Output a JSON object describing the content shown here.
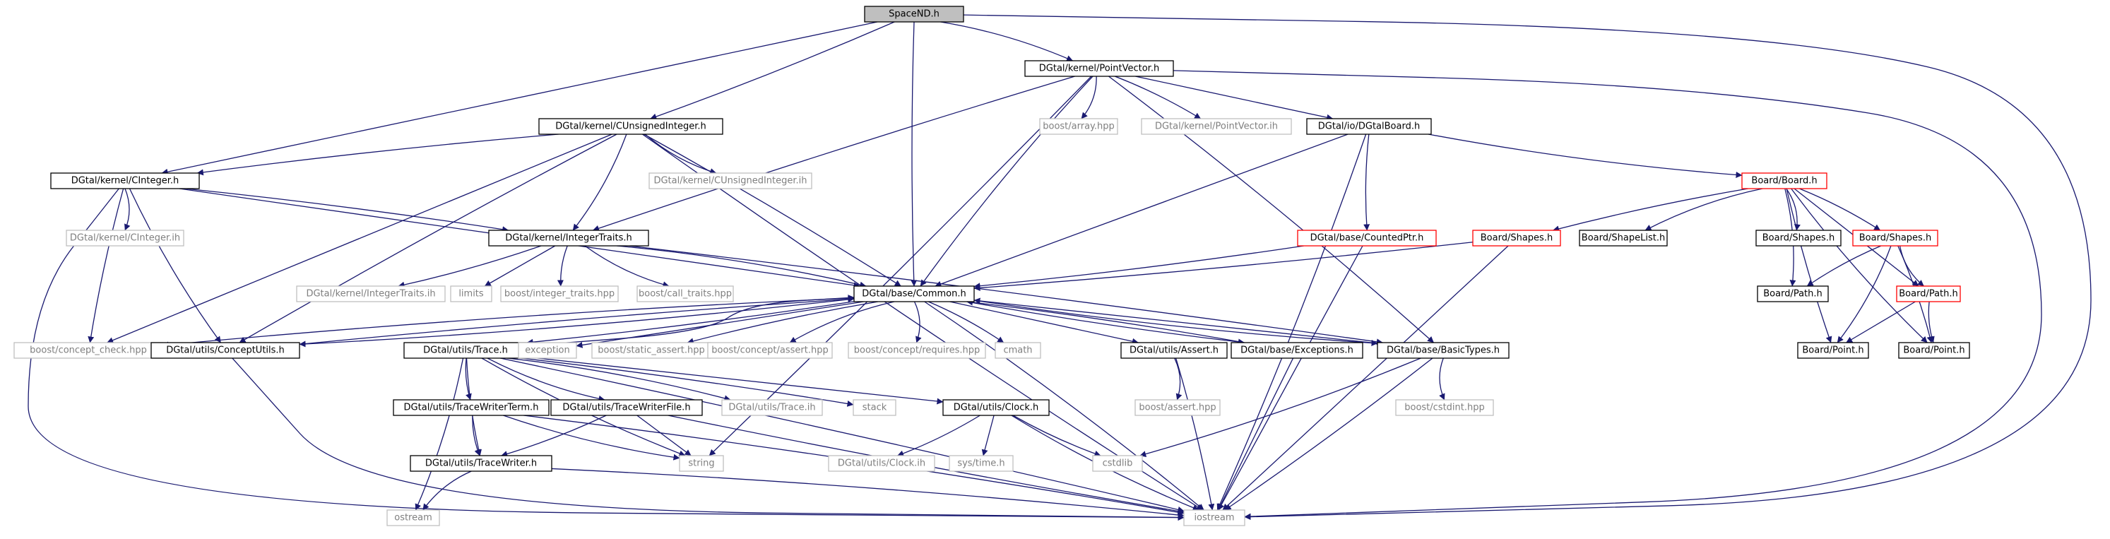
{
  "title": "",
  "colors": {
    "edge": "#191970",
    "root_fill": "#bfbfbf",
    "node_border_normal": "#000000",
    "node_border_truncated": "#ff0000",
    "node_border_external": "#bfbfbf",
    "text_normal": "#000000",
    "text_external": "#7f7f7f"
  },
  "nodes": [
    {
      "id": "root",
      "label": "SpaceND.h",
      "kind": "root"
    },
    {
      "id": "pointvector_h",
      "label": "DGtal/kernel/PointVector.h",
      "kind": "normal"
    },
    {
      "id": "cunsigned_h",
      "label": "DGtal/kernel/CUnsignedInteger.h",
      "kind": "normal"
    },
    {
      "id": "cinteger_h",
      "label": "DGtal/kernel/CInteger.h",
      "kind": "normal"
    },
    {
      "id": "boost_array",
      "label": "boost/array.hpp",
      "kind": "external"
    },
    {
      "id": "pointvector_ih",
      "label": "DGtal/kernel/PointVector.ih",
      "kind": "external"
    },
    {
      "id": "dgtalboard_h",
      "label": "DGtal/io/DGtalBoard.h",
      "kind": "normal"
    },
    {
      "id": "cunsigned_ih",
      "label": "DGtal/kernel/CUnsignedInteger.ih",
      "kind": "external"
    },
    {
      "id": "cinteger_ih",
      "label": "DGtal/kernel/CInteger.ih",
      "kind": "external"
    },
    {
      "id": "integertraits_h",
      "label": "DGtal/kernel/IntegerTraits.h",
      "kind": "normal"
    },
    {
      "id": "countedptr_h",
      "label": "DGtal/base/CountedPtr.h",
      "kind": "truncated"
    },
    {
      "id": "board_h",
      "label": "Board/Board.h",
      "kind": "truncated"
    },
    {
      "id": "shapes_h1",
      "label": "Board/Shapes.h",
      "kind": "truncated"
    },
    {
      "id": "shapelist_h",
      "label": "Board/ShapeList.h",
      "kind": "normal"
    },
    {
      "id": "shapes_h2",
      "label": "Board/Shapes.h",
      "kind": "normal"
    },
    {
      "id": "shapes_h3",
      "label": "Board/Shapes.h",
      "kind": "truncated"
    },
    {
      "id": "integertraits_ih",
      "label": "DGtal/kernel/IntegerTraits.ih",
      "kind": "external"
    },
    {
      "id": "limits",
      "label": "limits",
      "kind": "external"
    },
    {
      "id": "boost_integer_traits",
      "label": "boost/integer_traits.hpp",
      "kind": "external"
    },
    {
      "id": "boost_call_traits",
      "label": "boost/call_traits.hpp",
      "kind": "external"
    },
    {
      "id": "common_h",
      "label": "DGtal/base/Common.h",
      "kind": "normal"
    },
    {
      "id": "path_h1",
      "label": "Board/Path.h",
      "kind": "normal"
    },
    {
      "id": "path_h2",
      "label": "Board/Path.h",
      "kind": "truncated"
    },
    {
      "id": "boost_concept_check",
      "label": "boost/concept_check.hpp",
      "kind": "external"
    },
    {
      "id": "conceptutils_h",
      "label": "DGtal/utils/ConceptUtils.h",
      "kind": "normal"
    },
    {
      "id": "trace_h",
      "label": "DGtal/utils/Trace.h",
      "kind": "normal"
    },
    {
      "id": "exception",
      "label": "exception",
      "kind": "external"
    },
    {
      "id": "boost_static_assert",
      "label": "boost/static_assert.hpp",
      "kind": "external"
    },
    {
      "id": "boost_concept_assert",
      "label": "boost/concept/assert.hpp",
      "kind": "external"
    },
    {
      "id": "boost_concept_requires",
      "label": "boost/concept/requires.hpp",
      "kind": "external"
    },
    {
      "id": "cmath",
      "label": "cmath",
      "kind": "external"
    },
    {
      "id": "assert_h",
      "label": "DGtal/utils/Assert.h",
      "kind": "normal"
    },
    {
      "id": "exceptions_h",
      "label": "DGtal/base/Exceptions.h",
      "kind": "normal"
    },
    {
      "id": "basictypes_h",
      "label": "DGtal/base/BasicTypes.h",
      "kind": "normal"
    },
    {
      "id": "point_h1",
      "label": "Board/Point.h",
      "kind": "normal"
    },
    {
      "id": "point_h2",
      "label": "Board/Point.h",
      "kind": "normal"
    },
    {
      "id": "tracewriterterm_h",
      "label": "DGtal/utils/TraceWriterTerm.h",
      "kind": "normal"
    },
    {
      "id": "tracewriterfile_h",
      "label": "DGtal/utils/TraceWriterFile.h",
      "kind": "normal"
    },
    {
      "id": "trace_ih",
      "label": "DGtal/utils/Trace.ih",
      "kind": "external"
    },
    {
      "id": "stack",
      "label": "stack",
      "kind": "external"
    },
    {
      "id": "clock_h",
      "label": "DGtal/utils/Clock.h",
      "kind": "normal"
    },
    {
      "id": "boost_assert",
      "label": "boost/assert.hpp",
      "kind": "external"
    },
    {
      "id": "boost_cstdint",
      "label": "boost/cstdint.hpp",
      "kind": "external"
    },
    {
      "id": "string",
      "label": "string",
      "kind": "external"
    },
    {
      "id": "clock_ih",
      "label": "DGtal/utils/Clock.ih",
      "kind": "external"
    },
    {
      "id": "sys_time",
      "label": "sys/time.h",
      "kind": "external"
    },
    {
      "id": "cstdlib",
      "label": "cstdlib",
      "kind": "external"
    },
    {
      "id": "tracewriter_h",
      "label": "DGtal/utils/TraceWriter.h",
      "kind": "normal"
    },
    {
      "id": "ostream",
      "label": "ostream",
      "kind": "external"
    },
    {
      "id": "iostream",
      "label": "iostream",
      "kind": "external"
    }
  ],
  "edges": [
    [
      "root",
      "pointvector_h"
    ],
    [
      "root",
      "cunsigned_h"
    ],
    [
      "root",
      "cinteger_h"
    ],
    [
      "root",
      "common_h"
    ],
    [
      "root",
      "iostream"
    ],
    [
      "pointvector_h",
      "boost_array"
    ],
    [
      "pointvector_h",
      "pointvector_ih"
    ],
    [
      "pointvector_h",
      "dgtalboard_h"
    ],
    [
      "pointvector_h",
      "integertraits_h"
    ],
    [
      "pointvector_h",
      "common_h"
    ],
    [
      "pointvector_h",
      "basictypes_h"
    ],
    [
      "pointvector_h",
      "string"
    ],
    [
      "pointvector_h",
      "iostream"
    ],
    [
      "cunsigned_h",
      "cinteger_h"
    ],
    [
      "cunsigned_h",
      "cunsigned_ih"
    ],
    [
      "cunsigned_h",
      "integertraits_h"
    ],
    [
      "cunsigned_h",
      "common_h"
    ],
    [
      "cunsigned_h",
      "boost_concept_check"
    ],
    [
      "cunsigned_h",
      "conceptutils_h"
    ],
    [
      "cunsigned_h",
      "iostream"
    ],
    [
      "cinteger_h",
      "cinteger_ih"
    ],
    [
      "cinteger_h",
      "integertraits_h"
    ],
    [
      "cinteger_h",
      "common_h"
    ],
    [
      "cinteger_h",
      "boost_concept_check"
    ],
    [
      "cinteger_h",
      "conceptutils_h"
    ],
    [
      "cinteger_h",
      "iostream"
    ],
    [
      "integertraits_h",
      "integertraits_ih"
    ],
    [
      "integertraits_h",
      "limits"
    ],
    [
      "integertraits_h",
      "boost_integer_traits"
    ],
    [
      "integertraits_h",
      "boost_call_traits"
    ],
    [
      "integertraits_h",
      "common_h"
    ],
    [
      "integertraits_h",
      "basictypes_h"
    ],
    [
      "dgtalboard_h",
      "common_h"
    ],
    [
      "dgtalboard_h",
      "countedptr_h"
    ],
    [
      "dgtalboard_h",
      "board_h"
    ],
    [
      "dgtalboard_h",
      "iostream"
    ],
    [
      "countedptr_h",
      "common_h"
    ],
    [
      "countedptr_h",
      "iostream"
    ],
    [
      "board_h",
      "shapes_h1"
    ],
    [
      "board_h",
      "shapelist_h"
    ],
    [
      "board_h",
      "shapes_h2"
    ],
    [
      "board_h",
      "shapes_h3"
    ],
    [
      "board_h",
      "path_h2"
    ],
    [
      "board_h",
      "point_h1"
    ],
    [
      "board_h",
      "point_h2"
    ],
    [
      "board_h",
      "path_h1"
    ],
    [
      "shapes_h1",
      "common_h"
    ],
    [
      "shapes_h1",
      "iostream"
    ],
    [
      "shapes_h3",
      "path_h1"
    ],
    [
      "shapes_h3",
      "path_h2"
    ],
    [
      "shapes_h3",
      "point_h1"
    ],
    [
      "shapes_h3",
      "point_h2"
    ],
    [
      "path_h2",
      "point_h1"
    ],
    [
      "path_h2",
      "point_h2"
    ],
    [
      "common_h",
      "boost_concept_check"
    ],
    [
      "common_h",
      "conceptutils_h"
    ],
    [
      "common_h",
      "trace_h"
    ],
    [
      "common_h",
      "exception"
    ],
    [
      "common_h",
      "boost_static_assert"
    ],
    [
      "common_h",
      "boost_concept_assert"
    ],
    [
      "common_h",
      "boost_concept_requires"
    ],
    [
      "common_h",
      "cmath"
    ],
    [
      "common_h",
      "assert_h"
    ],
    [
      "common_h",
      "exceptions_h"
    ],
    [
      "common_h",
      "basictypes_h"
    ],
    [
      "common_h",
      "iostream"
    ],
    [
      "conceptutils_h",
      "common_h"
    ],
    [
      "conceptutils_h",
      "iostream"
    ],
    [
      "trace_h",
      "tracewriterterm_h"
    ],
    [
      "trace_h",
      "tracewriterfile_h"
    ],
    [
      "trace_h",
      "trace_ih"
    ],
    [
      "trace_h",
      "stack"
    ],
    [
      "trace_h",
      "clock_h"
    ],
    [
      "trace_h",
      "tracewriter_h"
    ],
    [
      "trace_h",
      "string"
    ],
    [
      "trace_h",
      "ostream"
    ],
    [
      "trace_h",
      "iostream"
    ],
    [
      "trace_h",
      "common_h"
    ],
    [
      "tracewriterterm_h",
      "tracewriter_h"
    ],
    [
      "tracewriterterm_h",
      "string"
    ],
    [
      "tracewriterterm_h",
      "iostream"
    ],
    [
      "tracewriterfile_h",
      "tracewriter_h"
    ],
    [
      "tracewriterfile_h",
      "string"
    ],
    [
      "tracewriterfile_h",
      "iostream"
    ],
    [
      "tracewriter_h",
      "ostream"
    ],
    [
      "tracewriter_h",
      "iostream"
    ],
    [
      "clock_h",
      "clock_ih"
    ],
    [
      "clock_h",
      "sys_time"
    ],
    [
      "clock_h",
      "cstdlib"
    ],
    [
      "clock_h",
      "iostream"
    ],
    [
      "assert_h",
      "boost_assert"
    ],
    [
      "assert_h",
      "iostream"
    ],
    [
      "exceptions_h",
      "iostream"
    ],
    [
      "exceptions_h",
      "common_h"
    ],
    [
      "basictypes_h",
      "boost_cstdint"
    ],
    [
      "basictypes_h",
      "cstdlib"
    ],
    [
      "basictypes_h",
      "iostream"
    ],
    [
      "basictypes_h",
      "common_h"
    ]
  ]
}
